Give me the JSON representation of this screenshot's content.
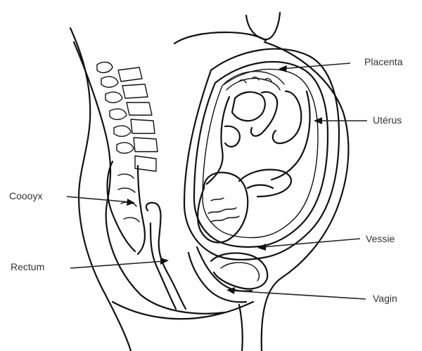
{
  "labels": {
    "placenta": "Placenta",
    "uterus": "Utérus",
    "coccyx": "Coooyx",
    "vessie": "Vessie",
    "rectum": "Rectum",
    "vagin": "Vagin"
  },
  "colors": {
    "line": "#111111",
    "label_text": "#333333",
    "background": "#ffffff"
  }
}
